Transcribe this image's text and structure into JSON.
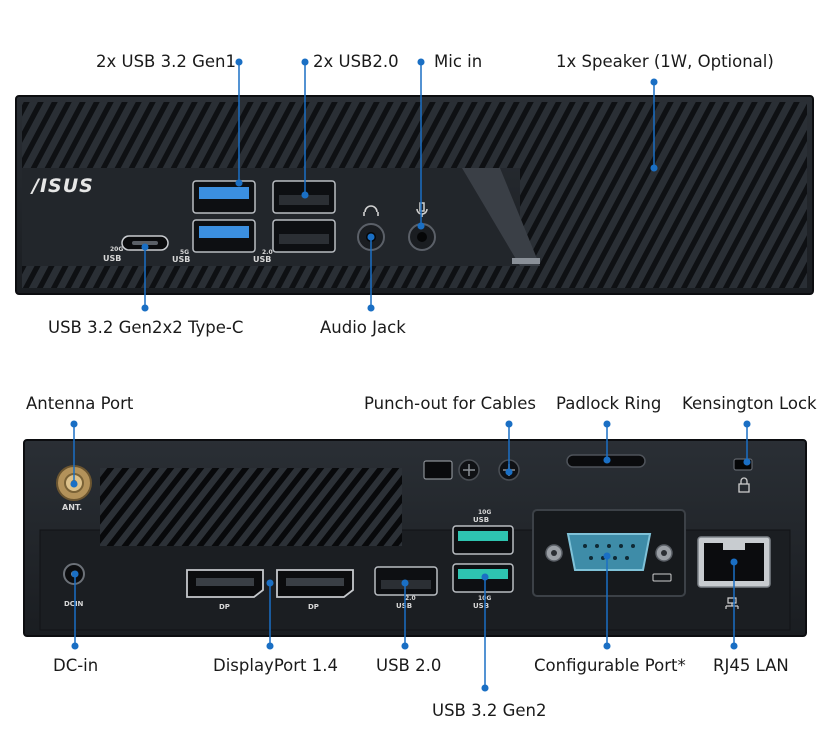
{
  "front": {
    "brand_logo": "/ISUS",
    "port_labels": {
      "usbc_speed": "20G",
      "usbc": "USB",
      "usb_5g_speed": "5G",
      "usb_5g": "USB",
      "usb_20_speed": "2.0",
      "usb_20": "USB"
    },
    "callouts": {
      "usb32_gen1": "2x USB 3.2 Gen1",
      "usb20": "2x USB2.0",
      "mic_in": "Mic in",
      "speaker": "1x Speaker (1W, Optional)",
      "usb_typec": "USB 3.2 Gen2x2 Type-C",
      "audio_jack": "Audio Jack"
    }
  },
  "rear": {
    "port_labels": {
      "antenna": "ANT.",
      "dcin": "DCIN",
      "dp1": "DP",
      "dp2": "DP",
      "usb_20_speed": "2.0",
      "usb_20": "USB",
      "usb_top_speed": "10G",
      "usb_top": "USB",
      "usb_bottom_speed": "10G",
      "usb_bottom": "USB"
    },
    "callouts": {
      "antenna_port": "Antenna Port",
      "punch_out": "Punch-out for Cables",
      "padlock_ring": "Padlock Ring",
      "kensington_lock": "Kensington Lock",
      "dc_in": "DC-in",
      "displayport": "DisplayPort 1.4",
      "usb_20": "USB 2.0",
      "configurable_port": "Configurable Port*",
      "rj45_lan": "RJ45 LAN",
      "usb32_gen2": "USB 3.2 Gen2"
    }
  },
  "colors": {
    "callout_line": "#1a6fc4",
    "chassis": "#1d2126",
    "usb3_blue": "#3b8fe0",
    "usb_gen2_teal": "#2ec4b0",
    "serial_port": "#3e8ca8"
  }
}
